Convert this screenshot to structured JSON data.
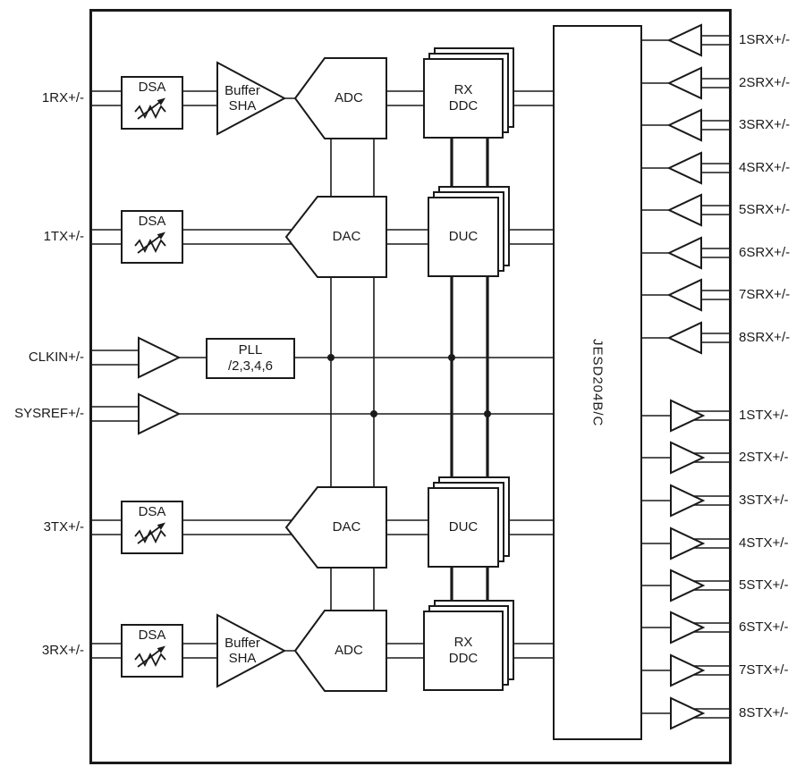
{
  "blocks": {
    "jesd": "JESD204B/C",
    "pll": [
      "PLL",
      "/2,3,4,6"
    ],
    "dsa": "DSA",
    "buffer_sha": [
      "Buffer",
      "SHA"
    ],
    "adc": "ADC",
    "dac": "DAC",
    "rx_ddc": [
      "RX",
      "DDC"
    ],
    "duc": "DUC"
  },
  "left_pins": {
    "rx1": "1RX+/-",
    "tx1": "1TX+/-",
    "clkin": "CLKIN+/-",
    "sysref": "SYSREF+/-",
    "tx3": "3TX+/-",
    "rx3": "3RX+/-"
  },
  "srx_pins": [
    "1SRX+/-",
    "2SRX+/-",
    "3SRX+/-",
    "4SRX+/-",
    "5SRX+/-",
    "6SRX+/-",
    "7SRX+/-",
    "8SRX+/-"
  ],
  "stx_pins": [
    "1STX+/-",
    "2STX+/-",
    "3STX+/-",
    "4STX+/-",
    "5STX+/-",
    "6STX+/-",
    "7STX+/-",
    "8STX+/-"
  ]
}
